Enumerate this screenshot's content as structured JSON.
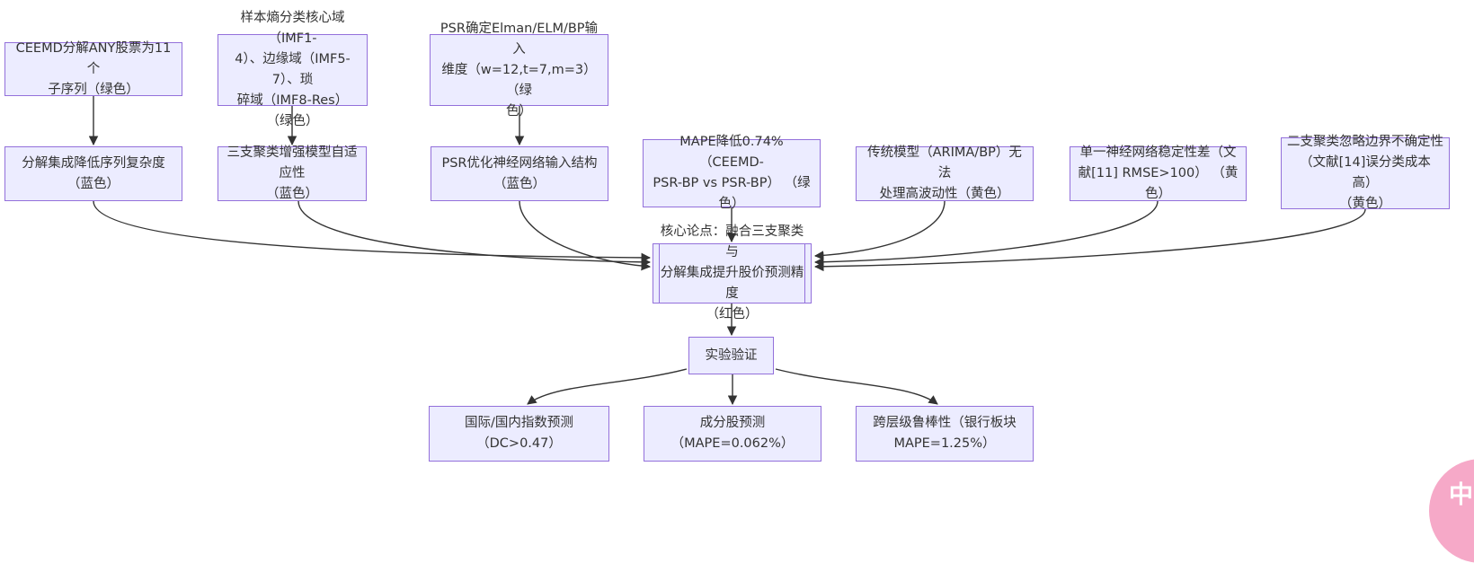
{
  "diagram": {
    "colors": {
      "node_fill": "#ECECFF",
      "node_border": "#9370DB",
      "edge_color": "#333333",
      "text_color": "#333333",
      "canvas_bg": "#ffffff",
      "translate_bg": "#f6a9c8"
    },
    "nodes": {
      "ceemd": {
        "lines": [
          "CEEMD分解ANY股票为11个",
          "子序列（绿色）"
        ]
      },
      "sample_entropy": {
        "lines": [
          "样本熵分类核心域（IMF1-",
          "4）、边缘域（IMF5-7）、琐",
          "碎域（IMF8-Res） （绿色）"
        ]
      },
      "psr_dimension": {
        "lines": [
          "PSR确定Elman/ELM/BP输入",
          "维度（w=12,t=7,m=3） （绿",
          "色）"
        ]
      },
      "decomp_complexity": {
        "lines": [
          "分解集成降低序列复杂度",
          "（蓝色）"
        ]
      },
      "three_way_adaptivity": {
        "lines": [
          "三支聚类增强模型自适应性",
          "（蓝色）"
        ]
      },
      "psr_structure": {
        "lines": [
          "PSR优化神经网络输入结构",
          "（蓝色）"
        ]
      },
      "mape_reduction": {
        "lines": [
          "MAPE降低0.74%（CEEMD-",
          "PSR-BP vs PSR-BP） （绿",
          "色）"
        ]
      },
      "traditional_limit": {
        "lines": [
          "传统模型（ARIMA/BP）无法",
          "处理高波动性（黄色）"
        ]
      },
      "single_nn": {
        "lines": [
          "单一神经网络稳定性差（文",
          "献[11] RMSE>100） （黄色）"
        ]
      },
      "two_way_limit": {
        "lines": [
          "二支聚类忽略边界不确定性",
          "（文献[14]误分类成本高）",
          "（黄色）"
        ]
      },
      "core_thesis": {
        "lines": [
          "核心论点：融合三支聚类与",
          "分解集成提升股价预测精度",
          "（红色）"
        ]
      },
      "experiment": {
        "lines": [
          "实验验证"
        ]
      },
      "index_prediction": {
        "lines": [
          "国际/国内指数预测",
          "（DC>0.47）"
        ]
      },
      "constituent_prediction": {
        "lines": [
          "成分股预测",
          "（MAPE=0.062%）"
        ]
      },
      "robustness": {
        "lines": [
          "跨层级鲁棒性（银行板块",
          "MAPE=1.25%）"
        ]
      }
    }
  },
  "translate_button": {
    "label": "中A"
  }
}
